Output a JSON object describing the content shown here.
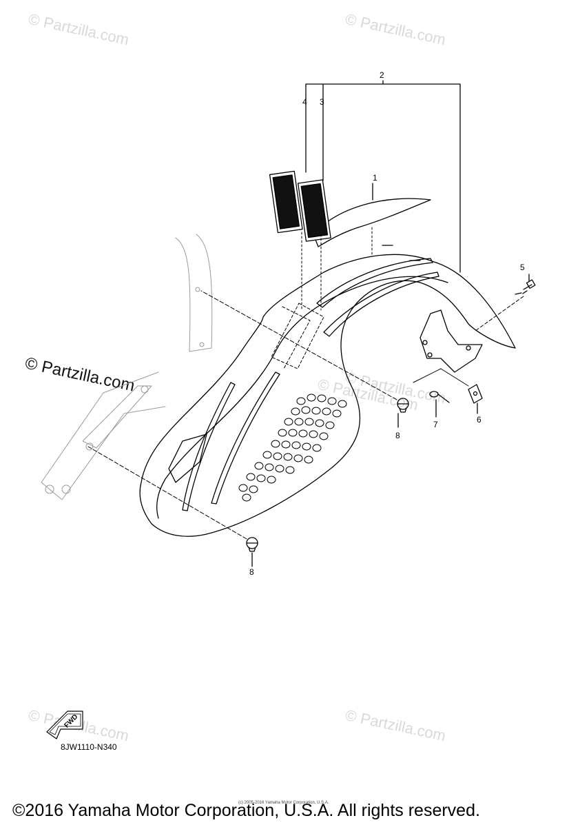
{
  "watermarks": [
    "© Partzilla.com",
    "© Partzilla.com",
    "© Partzilla.com",
    "© Partzilla.com",
    "© Partzilla.com",
    "© Partzilla.com"
  ],
  "watermark_main": "© Partzilla.com",
  "callouts": [
    "1",
    "2",
    "3",
    "4",
    "5",
    "6",
    "7",
    "8",
    "8"
  ],
  "fwd_label": "FWD",
  "diagram_code": "8JW1110-N340",
  "tiny_notice": "(c) 2005-2016 Yamaha Motor Corporation, U.S.A.",
  "copyright": "©2016 Yamaha Motor Corporation, U.S.A. All rights reserved."
}
